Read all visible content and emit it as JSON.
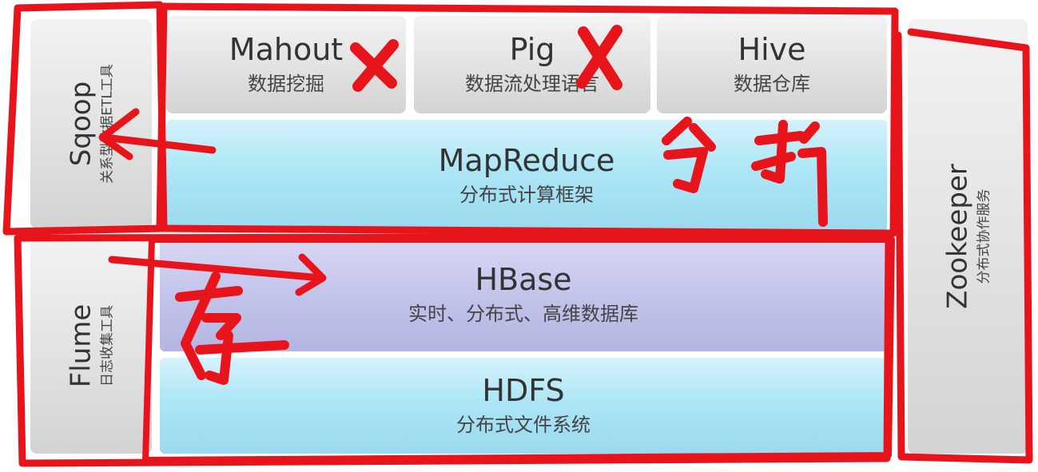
{
  "layers": {
    "mahout": {
      "name": "Mahout",
      "desc": "数据挖掘"
    },
    "pig": {
      "name": "Pig",
      "desc": "数据流处理语言"
    },
    "hive": {
      "name": "Hive",
      "desc": "数据仓库"
    },
    "mapreduce": {
      "name": "MapReduce",
      "desc": "分布式计算框架"
    },
    "hbase": {
      "name": "HBase",
      "desc": "实时、分布式、高维数据库"
    },
    "hdfs": {
      "name": "HDFS",
      "desc": "分布式文件系统"
    },
    "sqoop": {
      "name": "Sqoop",
      "desc": "关系型数据ETL工具"
    },
    "flume": {
      "name": "Flume",
      "desc": "日志收集工具"
    },
    "zookeeper": {
      "name": "Zookeeper",
      "desc": "分布式协作服务"
    }
  },
  "annotations": {
    "cross_mark": "X",
    "analyze_label": "分 析",
    "store_label": "存"
  },
  "colors": {
    "annotation_red": "#e8141b",
    "layer_gray": "#e0e0e0",
    "layer_blue": "#ade6f6",
    "layer_purple": "#c1c2ea"
  }
}
